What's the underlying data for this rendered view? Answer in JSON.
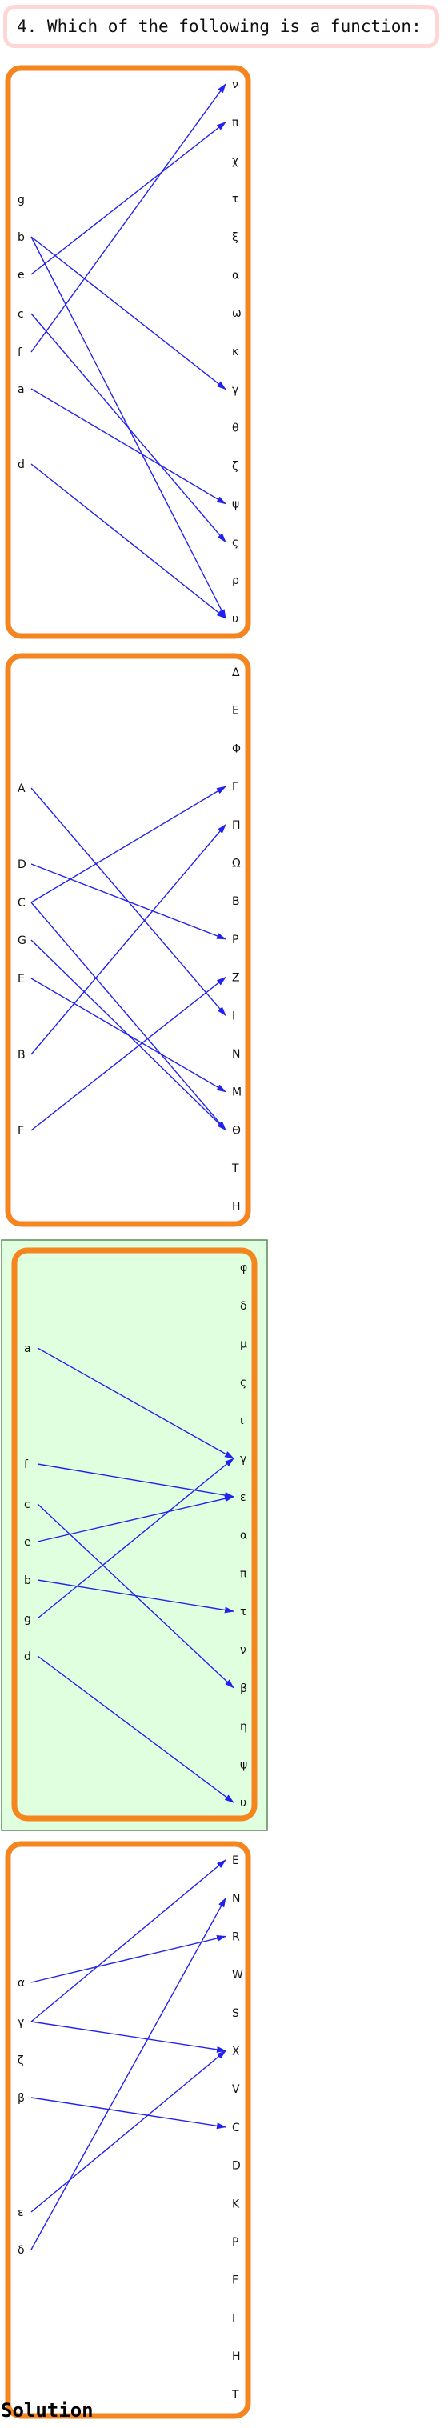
{
  "question": "4. Which of the following is a function:",
  "solution_label": "Solution",
  "colors": {
    "frame": "#f5851f",
    "arrow": "#2222ee",
    "highlight_fill": "#dfffdf",
    "highlight_border": "#5a8a5a"
  },
  "options": [
    {
      "highlighted": false,
      "domain": [
        "g",
        "b",
        "e",
        "c",
        "f",
        "a",
        "d"
      ],
      "codomain": [
        "ν",
        "π",
        "χ",
        "τ",
        "ξ",
        "α",
        "ω",
        "κ",
        "γ",
        "θ",
        "ζ",
        "ψ",
        "ς",
        "ρ",
        "υ"
      ],
      "arrows": [
        [
          "b",
          "γ"
        ],
        [
          "b",
          "υ"
        ],
        [
          "e",
          "π"
        ],
        [
          "c",
          "ς"
        ],
        [
          "f",
          "ν"
        ],
        [
          "a",
          "ψ"
        ],
        [
          "d",
          "υ"
        ]
      ]
    },
    {
      "highlighted": false,
      "domain": [
        "A",
        "D",
        "C",
        "G",
        "E",
        "B",
        "F"
      ],
      "codomain": [
        "Δ",
        "E",
        "Φ",
        "Γ",
        "Π",
        "Ω",
        "B",
        "P",
        "Z",
        "I",
        "N",
        "M",
        "Θ",
        "T",
        "H"
      ],
      "arrows": [
        [
          "A",
          "I"
        ],
        [
          "D",
          "P"
        ],
        [
          "C",
          "Γ"
        ],
        [
          "C",
          "Θ"
        ],
        [
          "G",
          "Θ"
        ],
        [
          "E",
          "M"
        ],
        [
          "B",
          "Π"
        ],
        [
          "F",
          "Z"
        ]
      ]
    },
    {
      "highlighted": true,
      "domain": [
        "a",
        "f",
        "c",
        "e",
        "b",
        "g",
        "d"
      ],
      "codomain": [
        "φ",
        "δ",
        "μ",
        "ς",
        "ι",
        "γ",
        "ε",
        "α",
        "π",
        "τ",
        "ν",
        "β",
        "η",
        "ψ",
        "υ"
      ],
      "arrows": [
        [
          "a",
          "γ"
        ],
        [
          "f",
          "ε"
        ],
        [
          "c",
          "β"
        ],
        [
          "e",
          "ε"
        ],
        [
          "b",
          "τ"
        ],
        [
          "g",
          "γ"
        ],
        [
          "d",
          "υ"
        ]
      ]
    },
    {
      "highlighted": false,
      "domain": [
        "α",
        "γ",
        "ζ",
        "β",
        "ε",
        "δ"
      ],
      "codomain": [
        "E",
        "N",
        "R",
        "W",
        "S",
        "X",
        "V",
        "C",
        "D",
        "K",
        "P",
        "F",
        "I",
        "H",
        "T"
      ],
      "arrows": [
        [
          "α",
          "R"
        ],
        [
          "γ",
          "E"
        ],
        [
          "γ",
          "X"
        ],
        [
          "β",
          "C"
        ],
        [
          "ε",
          "X"
        ],
        [
          "δ",
          "N"
        ]
      ]
    }
  ]
}
